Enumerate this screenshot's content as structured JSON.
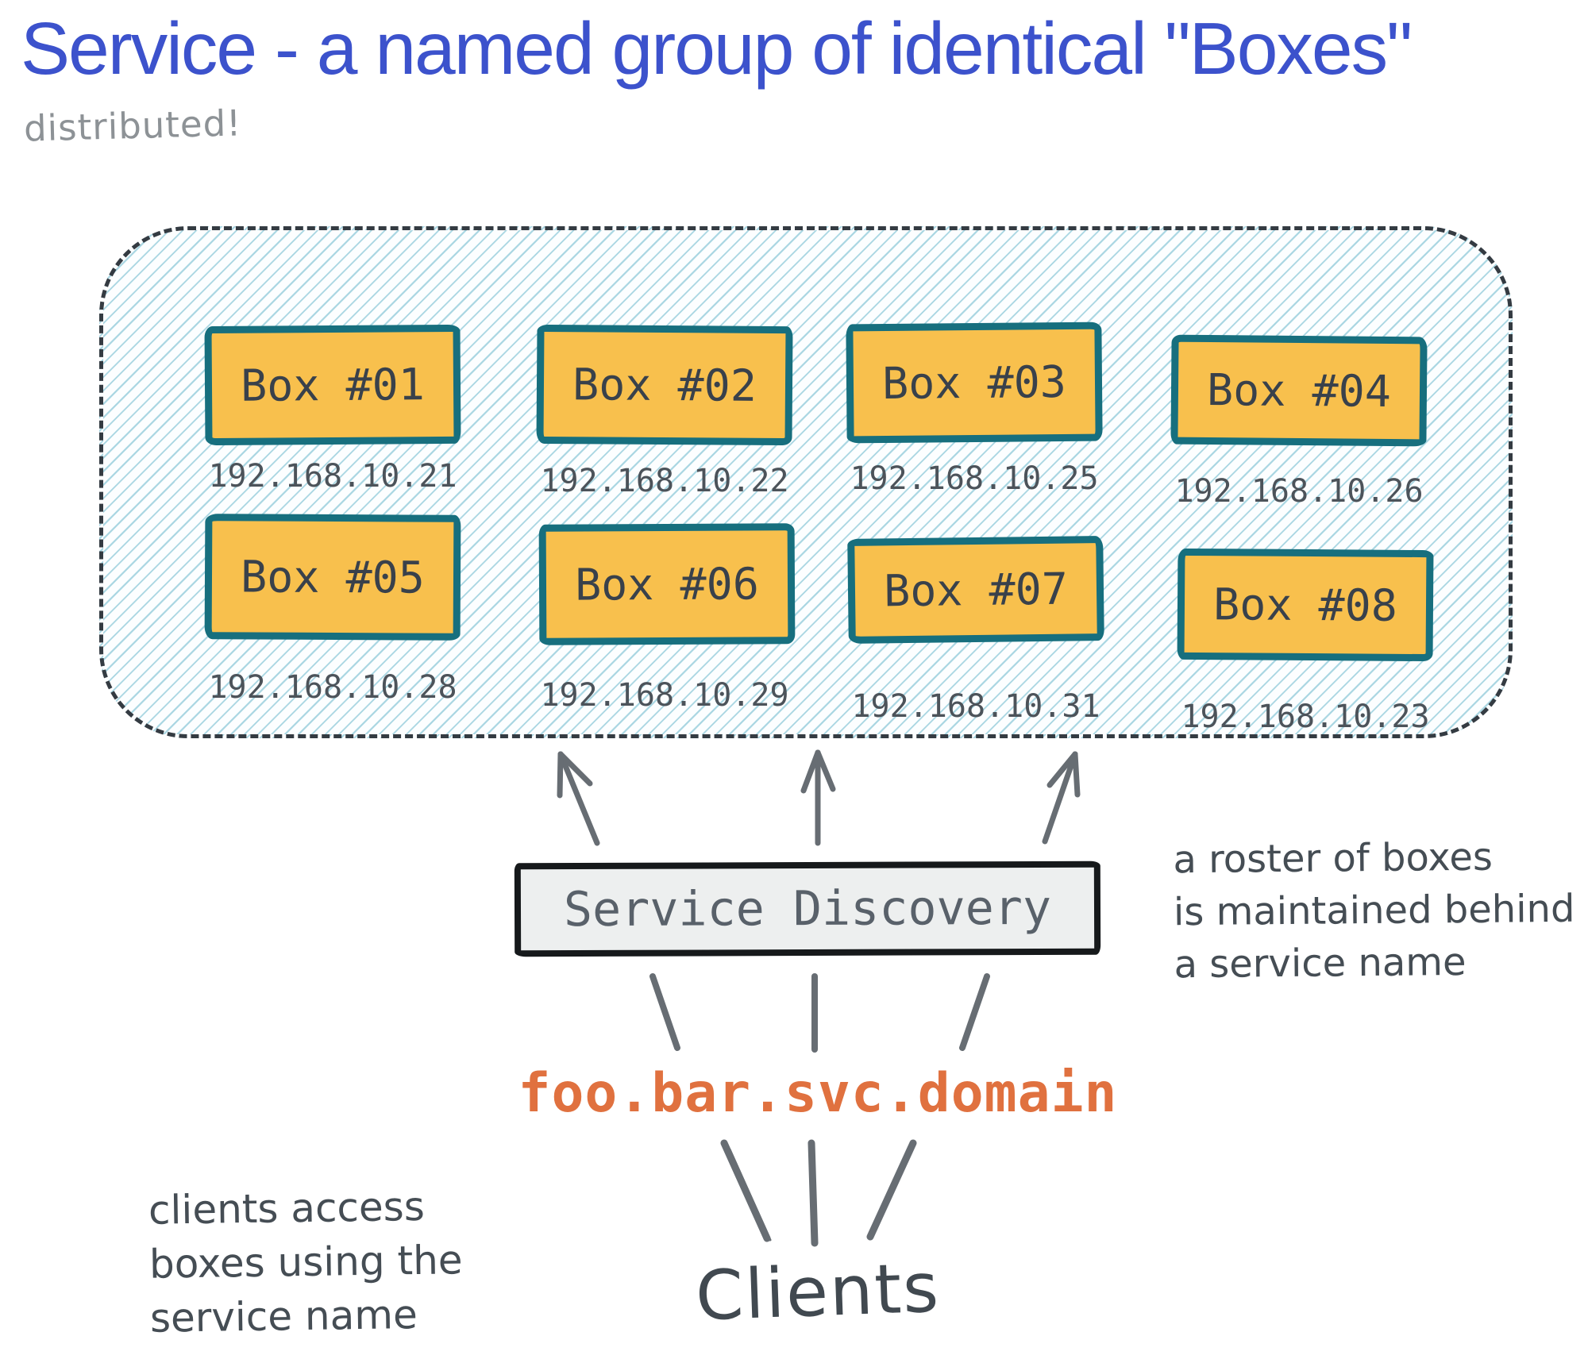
{
  "title": "Service - a named group of identical \"Boxes\"",
  "subtitle": "distributed!",
  "boxes": [
    {
      "label": "Box #01",
      "ip": "192.168.10.21"
    },
    {
      "label": "Box #02",
      "ip": "192.168.10.22"
    },
    {
      "label": "Box #03",
      "ip": "192.168.10.25"
    },
    {
      "label": "Box #04",
      "ip": "192.168.10.26"
    },
    {
      "label": "Box #05",
      "ip": "192.168.10.28"
    },
    {
      "label": "Box #06",
      "ip": "192.168.10.29"
    },
    {
      "label": "Box #07",
      "ip": "192.168.10.31"
    },
    {
      "label": "Box #08",
      "ip": "192.168.10.23"
    }
  ],
  "service_discovery": {
    "label": "Service Discovery"
  },
  "service_name": {
    "label": "foo.bar.svc.domain"
  },
  "clients": {
    "label": "Clients"
  },
  "annotations": {
    "right_lines": [
      "a roster of boxes",
      "is maintained behind",
      "a service name"
    ],
    "left_lines": [
      "clients access",
      "boxes using the",
      "service name"
    ]
  },
  "colors": {
    "title": "#3c52cc",
    "subtitle": "#8d9296",
    "box_fill": "#f8c04d",
    "box_border": "#176f7e",
    "box_text": "#39414b",
    "ip_text": "#4c535a",
    "hatch_line": "#a9d6e2",
    "dashed_border": "#343b42",
    "service_discovery_fill": "#edefef",
    "service_discovery_border": "#16191b",
    "service_name_text": "#e0713f",
    "arrow": "#676d73",
    "handwriting": "#454d54"
  }
}
